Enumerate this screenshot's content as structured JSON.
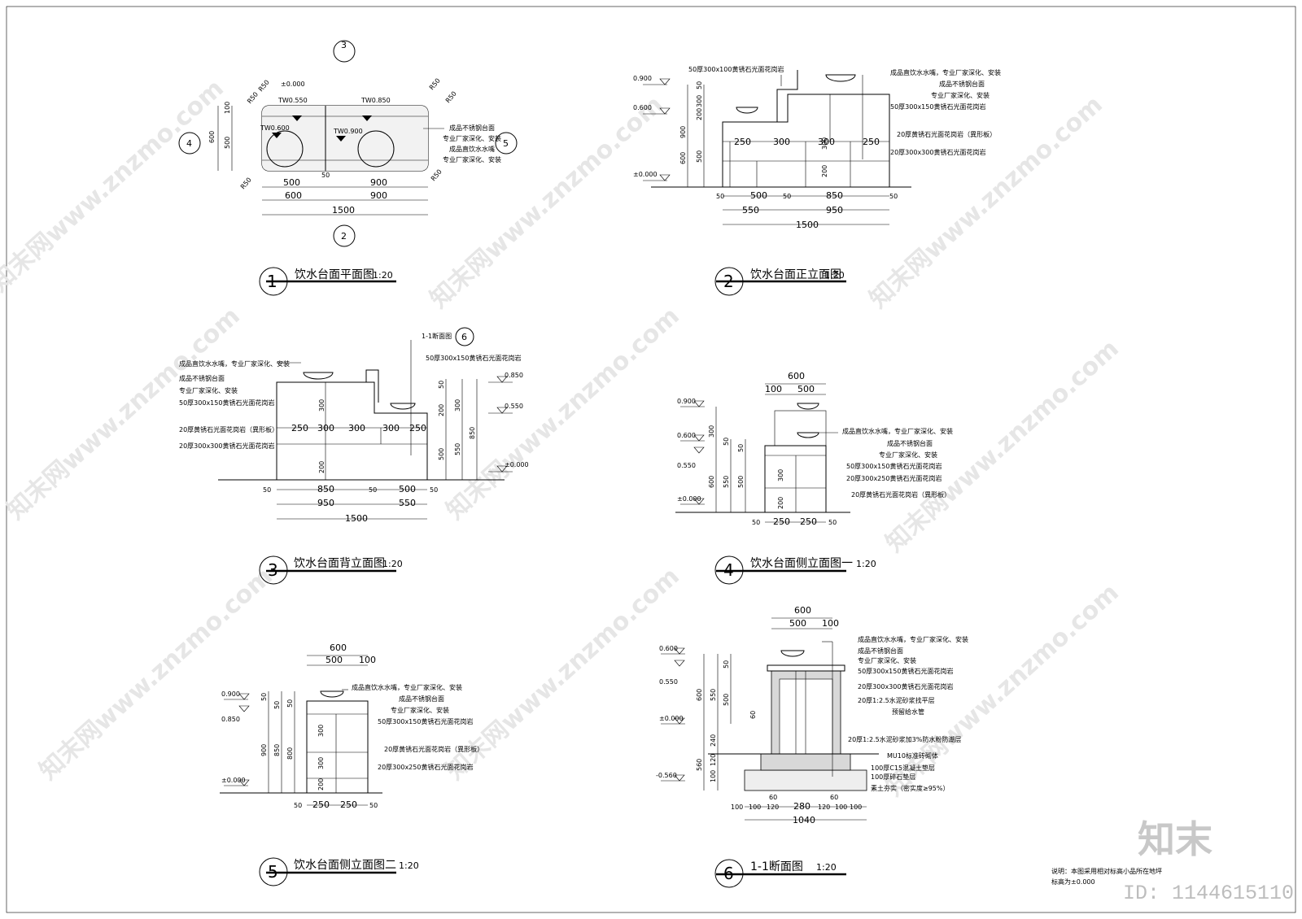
{
  "watermark": {
    "text": "知末网www.znzmo.com"
  },
  "brand": {
    "logo": "知末",
    "id": "ID: 1144615110"
  },
  "notes": {
    "line1": "说明：本图采用相对标高小品所在地坪",
    "line2": "标高为±0.000"
  },
  "callouts": {
    "c2": "2",
    "c3": "3",
    "c4": "4",
    "c5": "5",
    "c6": "6"
  },
  "titles": {
    "t1": {
      "num": "1",
      "name": "饮水台面平面图",
      "scale": "1:20"
    },
    "t2": {
      "num": "2",
      "name": "饮水台面正立面图",
      "scale": "1:20"
    },
    "t3": {
      "num": "3",
      "name": "饮水台面背立面图",
      "scale": "1:20"
    },
    "t4": {
      "num": "4",
      "name": "饮水台面侧立面图一",
      "scale": "1:20"
    },
    "t5": {
      "num": "5",
      "name": "饮水台面侧立面图二",
      "scale": "1:20"
    },
    "t6": {
      "num": "6",
      "name": "1-1断面图",
      "scale": "1:20"
    }
  },
  "plan": {
    "r50": "R50",
    "lv0": "±0.000",
    "tw550": "TW0.550",
    "tw850": "TW0.850",
    "tw600": "TW0.600",
    "tw900": "TW0.900",
    "d100": "100",
    "d500": "500",
    "d600": "600",
    "d50": "50",
    "d900": "900",
    "d1500": "1500",
    "n_steel": "成品不锈钢台面",
    "n_vendor": "专业厂家深化、安装",
    "n_fountain": "成品直饮水水嘴",
    "n_vendor2": "专业厂家深化、安装"
  },
  "front": {
    "lv900": "0.900",
    "lv600": "0.600",
    "lv0": "±0.000",
    "n_top": "50厚300x100黄锈石光面花岗岩",
    "n1": "成品直饮水水嘴，专业厂家深化、安装",
    "n2": "成品不锈钢台面",
    "n3": "专业厂家深化、安装",
    "n4": "50厚300x150黄锈石光面花岗岩",
    "n5": "20厚黄锈石光面花岗岩（異形板）",
    "n6": "20厚300x300黄锈石光面花岗岩",
    "d50": "50",
    "d300": "300",
    "d200": "200",
    "d900": "900",
    "d600": "600",
    "d500": "500",
    "d250": "250",
    "d850": "850",
    "d550": "550",
    "d950": "950",
    "d1500": "1500"
  },
  "back": {
    "sec": "1-1断面图",
    "lv850": "0.850",
    "lv550": "0.550",
    "lv0": "±0.000",
    "n1": "成品直饮水水嘴，专业厂家深化、安装",
    "n2": "成品不锈钢台面",
    "n3": "专业厂家深化、安装",
    "n4": "50厚300x150黄锈石光面花岗岩",
    "n5": "20厚黄锈石光面花岗岩（異形板）",
    "n6": "20厚300x300黄锈石光面花岗岩",
    "n_top": "50厚300x150黄锈石光面花岗岩",
    "d250": "250",
    "d300": "300",
    "d200": "200",
    "d50": "50",
    "d500": "500",
    "d550": "550",
    "d850": "850",
    "d950": "950",
    "d1500": "1500"
  },
  "side1": {
    "lv900": "0.900",
    "lv600": "0.600",
    "lv550": "0.550",
    "lv0": "±0.000",
    "d600": "600",
    "d100": "100",
    "d500": "500",
    "d300": "300",
    "d50": "50",
    "d550": "550",
    "d200": "200",
    "d250": "250",
    "n1": "成品直饮水水嘴，专业厂家深化、安装",
    "n2": "成品不锈钢台面",
    "n3": "专业厂家深化、安装",
    "n4": "50厚300x150黄锈石光面花岗岩",
    "n5": "20厚300x250黄锈石光面花岗岩",
    "n6": "20厚黄锈石光面花岗岩（異形板）"
  },
  "side2": {
    "lv900": "0.900",
    "lv850": "0.850",
    "lv0": "±0.000",
    "d600": "600",
    "d500": "500",
    "d100": "100",
    "d50": "50",
    "d300": "300",
    "d200": "200",
    "d900": "900",
    "d850": "850",
    "d800": "800",
    "d250": "250",
    "n1": "成品直饮水水嘴，专业厂家深化、安装",
    "n2": "成品不锈钢台面",
    "n3": "专业厂家深化、安装",
    "n4": "50厚300x150黄锈石光面花岗岩",
    "n5": "20厚黄锈石光面花岗岩（異形板）",
    "n6": "20厚300x250黄锈石光面花岗岩"
  },
  "section": {
    "lv600": "0.600",
    "lv550": "0.550",
    "lv0": "±0.000",
    "lvm560": "-0.560",
    "d600": "600",
    "d500": "500",
    "d100": "100",
    "d50": "50",
    "d550": "550",
    "d60": "60",
    "d240": "240",
    "d560": "560",
    "d120": "120",
    "d280": "280",
    "d1040": "1040",
    "n1": "成品直饮水水嘴，专业厂家深化、安装",
    "n2": "成品不锈钢台面",
    "n3": "专业厂家深化、安装",
    "n4": "50厚300x150黄锈石光面花岗岩",
    "n5": "20厚300x300黄锈石光面花岗岩",
    "n6": "20厚1:2.5水泥砂浆找平层",
    "n7": "预留给水管",
    "n8": "20厚1:2.5水泥砂浆加3%防水粉防潮层",
    "n9": "MU10标准砖砌体",
    "n10": "100厚C15混凝土垫层",
    "n11": "100厚碎石垫层",
    "n12": "素土夯实（密实度≥95%）"
  }
}
